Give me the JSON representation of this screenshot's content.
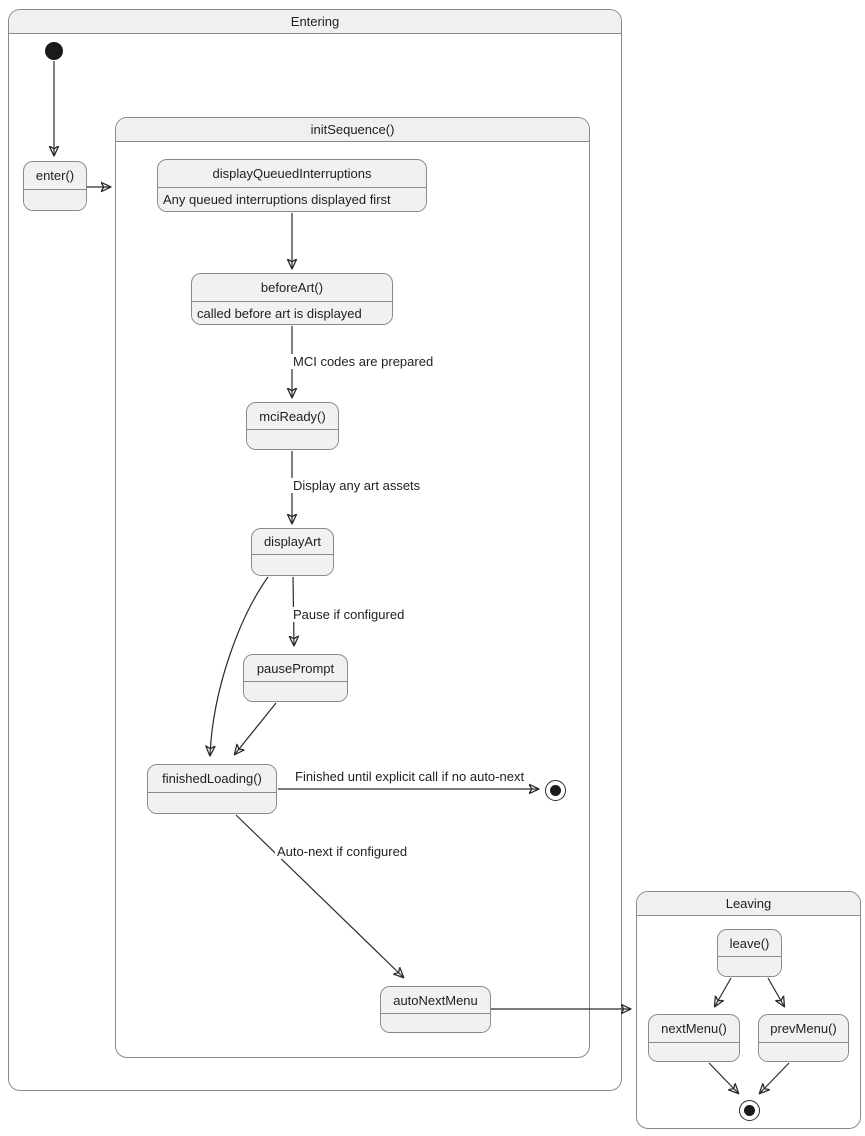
{
  "containers": {
    "entering": {
      "title": "Entering"
    },
    "init_sequence": {
      "title": "initSequence()"
    },
    "leaving": {
      "title": "Leaving"
    }
  },
  "states": {
    "enter": {
      "title": "enter()"
    },
    "display_queued_interruptions": {
      "title": "displayQueuedInterruptions",
      "description": "Any queued interruptions displayed first"
    },
    "before_art": {
      "title": "beforeArt()",
      "description": "called before art is displayed"
    },
    "mci_ready": {
      "title": "mciReady()"
    },
    "display_art": {
      "title": "displayArt"
    },
    "pause_prompt": {
      "title": "pausePrompt"
    },
    "finished_loading": {
      "title": "finishedLoading()"
    },
    "auto_next_menu": {
      "title": "autoNextMenu"
    },
    "leave": {
      "title": "leave()"
    },
    "next_menu": {
      "title": "nextMenu()"
    },
    "prev_menu": {
      "title": "prevMenu()"
    }
  },
  "edge_labels": {
    "mci_codes_prepared": "MCI codes are prepared",
    "display_any_art_assets": "Display any art assets",
    "pause_if_configured": "Pause if configured",
    "finished_until_explicit": "Finished until explicit call if no auto-next",
    "auto_next_if_configured": "Auto-next if configured"
  },
  "colors": {
    "node_fill": "#f1f1f1",
    "header_fill": "#f0f0f0",
    "node_border": "#8a8a8a",
    "edge_stroke": "#2b2b2b",
    "text": "#1f1f1f",
    "background": "#ffffff"
  }
}
